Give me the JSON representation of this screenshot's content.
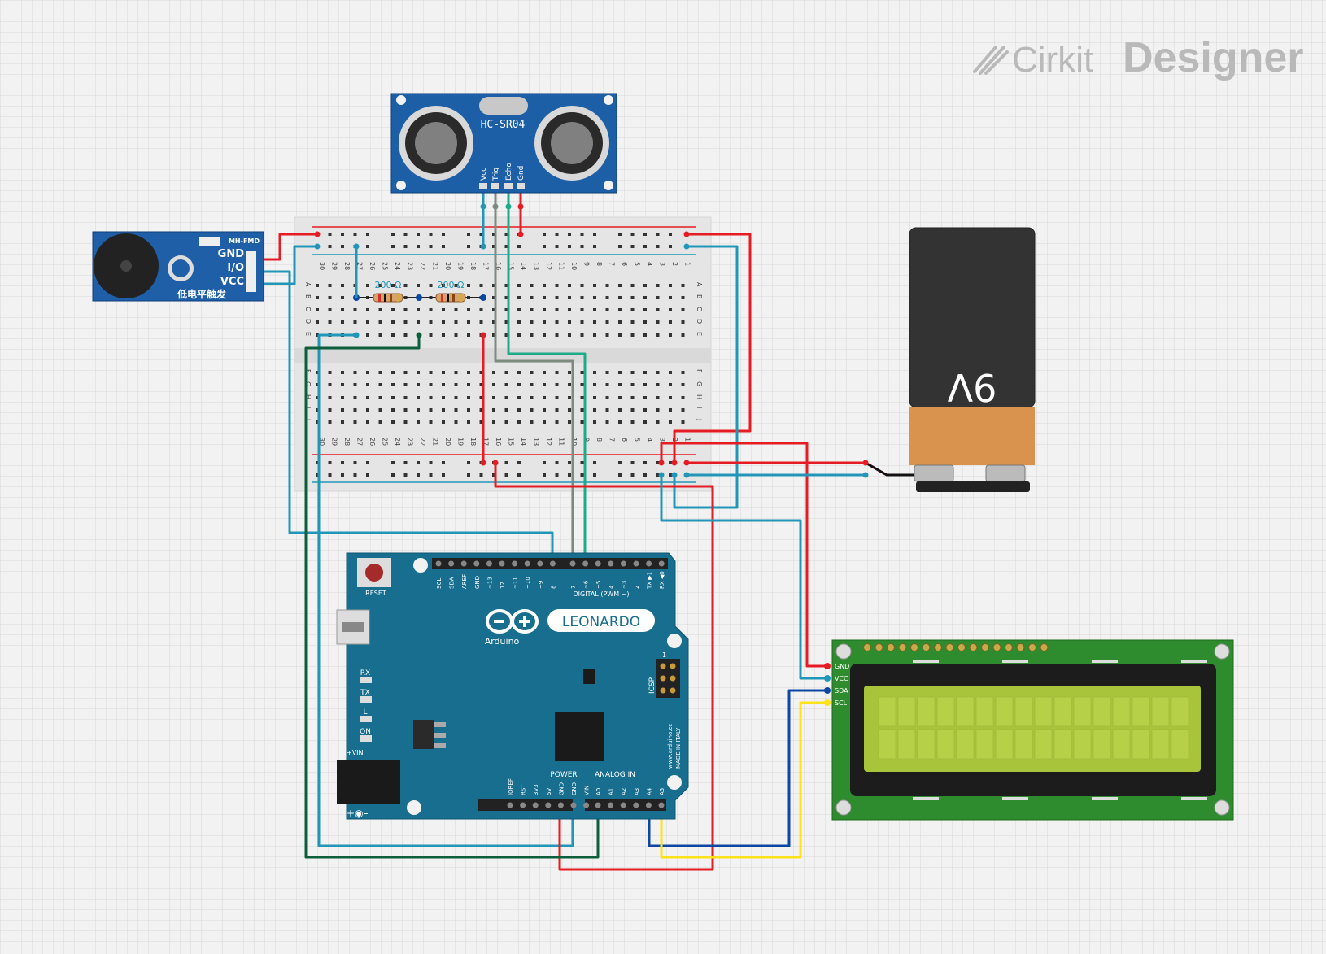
{
  "brand": {
    "name_light": "Cirkit",
    "name_bold": "Designer"
  },
  "ultrasonic": {
    "model": "HC-SR04",
    "pins": [
      "Vcc",
      "Trig",
      "Echo",
      "Gnd"
    ]
  },
  "buzzer": {
    "pins": [
      "GND",
      "I/O",
      "VCC"
    ],
    "brand": "MH-FMD",
    "caption": "低电平触发"
  },
  "breadboard": {
    "rows_top": [
      "A",
      "B",
      "C",
      "D",
      "E"
    ],
    "rows_bottom": [
      "F",
      "G",
      "H",
      "I",
      "J"
    ],
    "cols": [
      "30",
      "29",
      "28",
      "27",
      "26",
      "25",
      "24",
      "23",
      "22",
      "21",
      "20",
      "19",
      "18",
      "17",
      "16",
      "15",
      "14",
      "13",
      "12",
      "11",
      "10",
      "9",
      "8",
      "7",
      "6",
      "5",
      "4",
      "3",
      "2",
      "1"
    ]
  },
  "resistors": [
    {
      "label": "200 Ω"
    },
    {
      "label": "200 Ω"
    }
  ],
  "battery": {
    "label": "9V"
  },
  "arduino": {
    "model": "LEONARDO",
    "brand": "Arduino",
    "reset": "RESET",
    "digital_label": "DIGITAL (PWM   ~)",
    "digital_pins": [
      "SCL",
      "SDA",
      "AREF",
      "GND",
      "~13",
      "12",
      "~11",
      "~10",
      "~9",
      "8",
      "7",
      "~6",
      "~5",
      "4",
      "~3",
      "2",
      "TX ▶1",
      "RX ◀0"
    ],
    "power_label": "POWER",
    "power_pins": [
      "IOREF",
      "RST",
      "3V3",
      "5V",
      "GND",
      "GND",
      "VIN"
    ],
    "analog_label": "ANALOG IN",
    "analog_pins": [
      "A0",
      "A1",
      "A2",
      "A3",
      "A4",
      "A5"
    ],
    "leds": [
      "RX",
      "TX",
      "L",
      "ON"
    ],
    "icsp": "ICSP",
    "icsp_num": "1",
    "vin": "+VIN",
    "made_in": "www.arduino.cc\nMADE IN ITALY"
  },
  "lcd": {
    "pins": [
      "GND",
      "VCC",
      "SDA",
      "SCL"
    ]
  },
  "colors": {
    "red": "#e51c23",
    "blue_wire": "#2196b8",
    "gray_wire": "#7d8a7d",
    "green_wire": "#1faa89",
    "dark_green": "#0d5e3a",
    "navy": "#0d47a1",
    "yellow": "#ffe11a",
    "black": "#111111",
    "arduino": "#176e8e",
    "lcd_board": "#2e8b2e",
    "lcd_screen": "#a8c43a",
    "sensor": "#1c5fa7"
  }
}
